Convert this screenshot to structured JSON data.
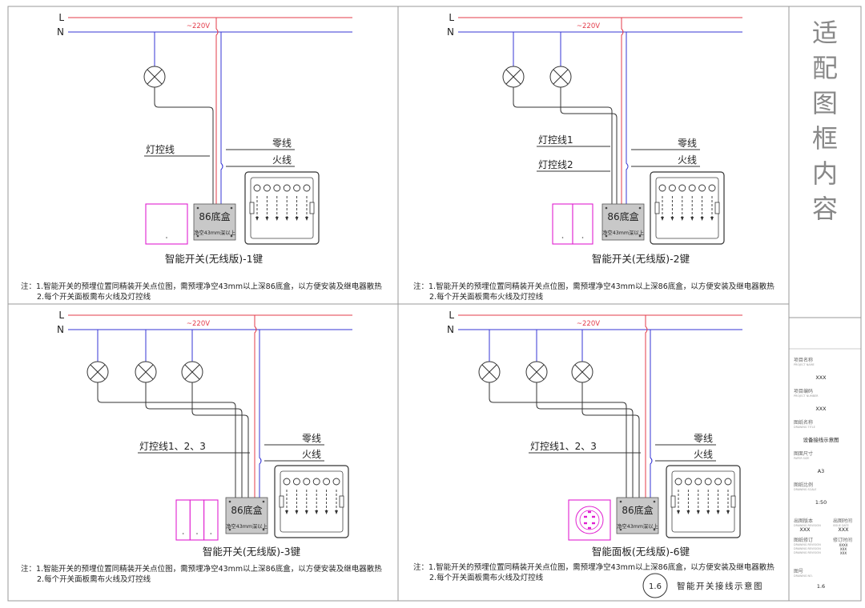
{
  "panels": [
    {
      "title": "智能开关(无线版)-1键",
      "L": "L",
      "N": "N",
      "voltage": "~220V",
      "control_labels": [
        "灯控线"
      ],
      "neutral_label": "零线",
      "live_label": "火线",
      "box_title": "86底盒",
      "box_sub": "净空43mm深以上",
      "note_1": "注：1.智能开关的预埋位置同精装开关点位图，需预埋净空43mm以上深86底盒，以方便安装及继电器散热",
      "note_2": "2.每个开关面板需布火线及灯控线"
    },
    {
      "title": "智能开关(无线版)-2键",
      "L": "L",
      "N": "N",
      "voltage": "~220V",
      "control_labels": [
        "灯控线1",
        "灯控线2"
      ],
      "neutral_label": "零线",
      "live_label": "火线",
      "box_title": "86底盒",
      "box_sub": "净空43mm深以上",
      "note_1": "注：1.智能开关的预埋位置同精装开关点位图，需预埋净空43mm以上深86底盒，以方便安装及继电器散热",
      "note_2": "2.每个开关面板需布火线及灯控线"
    },
    {
      "title": "智能开关(无线版)-3键",
      "L": "L",
      "N": "N",
      "voltage": "~220V",
      "control_labels": [
        "灯控线1、2、3"
      ],
      "neutral_label": "零线",
      "live_label": "火线",
      "box_title": "86底盒",
      "box_sub": "净空43mm深以上",
      "note_1": "注：1.智能开关的预埋位置同精装开关点位图，需预埋净空43mm以上深86底盒，以方便安装及继电器散热",
      "note_2": "2.每个开关面板需布火线及灯控线"
    },
    {
      "title": "智能面板(无线版)-6键",
      "L": "L",
      "N": "N",
      "voltage": "~220V",
      "control_labels": [
        "灯控线1、2、3"
      ],
      "neutral_label": "零线",
      "live_label": "火线",
      "box_title": "86底盒",
      "box_sub": "净空43mm深以上",
      "note_1": "注：1.智能开关的预埋位置同精装开关点位图，需预埋净空43mm以上深86底盒，以方便安装及继电器散热",
      "note_2": "2.每个开关面板需布火线及灯控线"
    }
  ],
  "footer": {
    "sheet_number": "1.6",
    "sheet_title": "智能开关接线示意图"
  },
  "sidebar": {
    "stamp_text": "适配图框内容",
    "fields": [
      {
        "label": "项目名称",
        "sub": "PROJECT NAME",
        "value": "XXX"
      },
      {
        "label": "项目编码",
        "sub": "PROJECT NUMBER",
        "value": "XXX"
      },
      {
        "label": "图纸名称",
        "sub": "DRAWING TITLE",
        "value": "设备接线示意图"
      },
      {
        "label": "图面尺寸",
        "sub": "PAPER SIZE",
        "value": "A3"
      },
      {
        "label": "图纸比例",
        "sub": "DRAWING SCALE",
        "value": "1:50"
      }
    ],
    "version_label": "出图版本",
    "version_sub": "DRAWING REVISION",
    "version_value": "XXX",
    "date_label": "出图时间",
    "date_sub": "ISSUE DATE",
    "date_value": "XXX",
    "revise_label": "图纸修订",
    "revise_sub": "DRAWING REVISION",
    "revise_time_label": "修订时间",
    "revise_time_values": [
      "XXXX",
      "XXX",
      "XXX"
    ],
    "drawing_no_label": "图号",
    "drawing_no_sub": "DRAWING NO.",
    "drawing_no_value": "1.6"
  },
  "colors": {
    "live": "#e33b4a",
    "neutral": "#3636d6",
    "wire": "#333333",
    "face_plate": "#e020d0",
    "box_fill": "#c8c8c8"
  }
}
